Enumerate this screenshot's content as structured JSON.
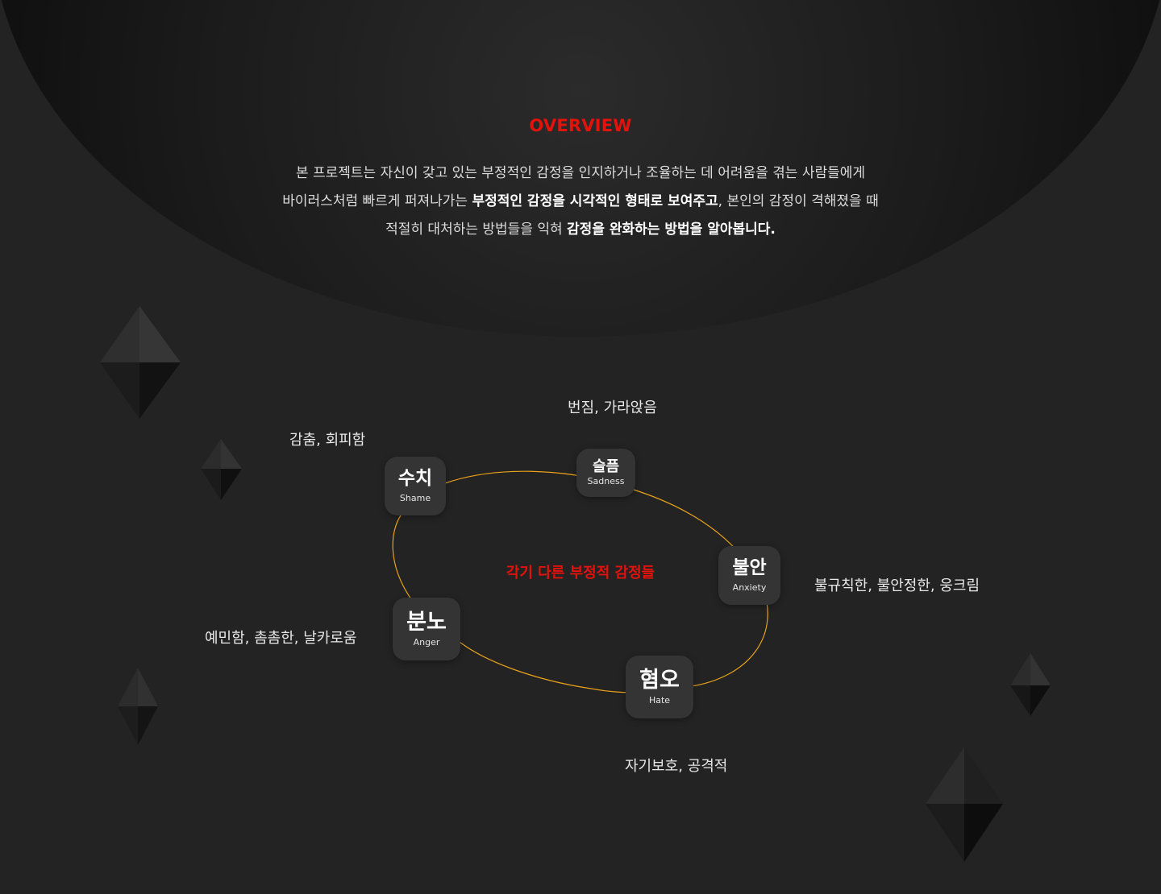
{
  "overview": {
    "title": "OVERVIEW",
    "line1": "본 프로젝트는 자신이 갖고 있는 부정적인 감정을 인지하거나 조율하는 데 어려움을 겪는 사람들에게",
    "line2_pre": "바이러스처럼 빠르게 퍼져나가는 ",
    "line2_bold": "부정적인 감정을 시각적인 형태로 보여주고",
    "line2_post": ", 본인의 감정이 격해졌을 때",
    "line3_pre": "적절히 대처하는 방법들을 익혀 ",
    "line3_bold": "감정을 완화하는 방법을 알아봅니다."
  },
  "diagram": {
    "center_label": "각기 다른 부정적 감정들",
    "nodes": [
      {
        "id": "shame",
        "korean": "수치",
        "english": "Shame",
        "description": "감춤, 회피함"
      },
      {
        "id": "sadness",
        "korean": "슬픔",
        "english": "Sadness",
        "description": "번짐, 가라앉음"
      },
      {
        "id": "anxiety",
        "korean": "불안",
        "english": "Anxiety",
        "description": "불규칙한, 불안정한, 웅크림"
      },
      {
        "id": "hate",
        "korean": "혐오",
        "english": "Hate",
        "description": "자기보호, 공격적"
      },
      {
        "id": "anger",
        "korean": "분노",
        "english": "Anger",
        "description": "예민함, 촘촘한, 날카로움"
      }
    ]
  },
  "colors": {
    "accent_red": "#e3120b",
    "orbit_line": "#e8a21a",
    "background": "#232323",
    "node_bg": "#343434"
  }
}
